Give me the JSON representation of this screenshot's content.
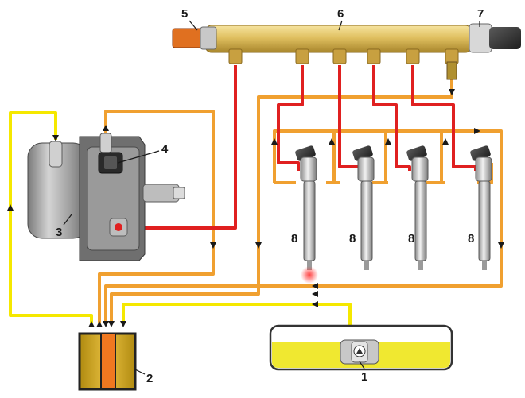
{
  "labels": {
    "low_pressure_pump": "1",
    "fuel_filter": "2",
    "high_pressure_pump": "3",
    "metering_valve": "4",
    "pressure_relief_valve": "5",
    "rail": "6",
    "rail_pressure_sensor": "7",
    "injector": "8"
  },
  "colors": {
    "high_pressure": "#e02020",
    "return_line": "#f0a030",
    "supply_line": "#f5e800",
    "rail_body": "#e0c060",
    "tank_fuel": "#f0e830",
    "filter_core": "#f07820",
    "relief_valve": "#e07020"
  },
  "flow_direction_icon": "arrow-icon"
}
